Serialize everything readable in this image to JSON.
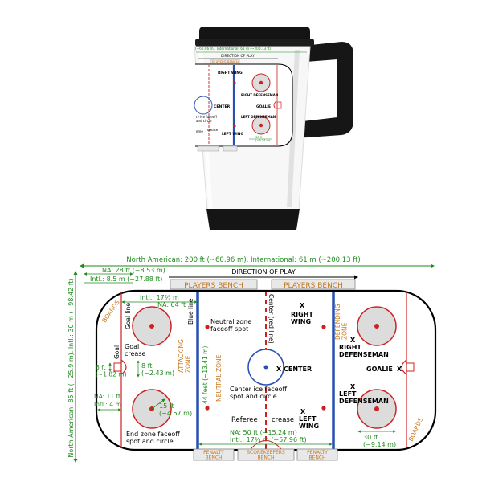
{
  "mug_preview": {
    "dims_fragment": "(~60.96 m). International: 61 m (~200.13 ft)",
    "direction": "DIRECTION OF PLAY",
    "bench": "PLAYERS BENCH",
    "right_wing": "RIGHT WING",
    "center": "CENTER",
    "goalie": "GOALIE",
    "right_def": "RIGHT DEFENSEMAN",
    "left_def": "LEFT DEFENSEMAN",
    "left_wing": "LEFT WING",
    "faceoff": "ry ice faceoff",
    "circle": "and circle",
    "crease": "crease",
    "referee": "eree",
    "bottom_dim": "30 ft\n(~9.14 m)"
  },
  "diagram": {
    "overall_length": "North American: 200 ft (~60.96 m). International: 61 m (~200.13 ft)",
    "overall_width": "North American: 85 ft (~25.9 m). Intl.: 30 m (~98.42 ft)",
    "corner_na": "NA: 28 ft (~8.53 m)",
    "corner_intl": "Intl.: 8.5 m (~27.88 ft)",
    "direction_of_play": "DIRECTION OF PLAY",
    "players_bench_left": "PLAYERS BENCH",
    "players_bench_right": "PLAYERS BENCH",
    "intl_17": "Intl.: 17⅔ m",
    "na_64": "NA: 64 ft",
    "boards_left": "BOARDS",
    "boards_right": "BOARDS",
    "goal_line": "Goal line",
    "blue_line": "Blue line",
    "center_red_line": "Center (red line)",
    "neutral_zone_faceoff": "Neutral zone\nfaceoff spot",
    "attacking_zone": "ATTACKING\nZONE",
    "neutral_zone": "NEUTRAL ZONE",
    "forty_four": "44 feet (~13.41 m)",
    "defending_zone": "DEFENDING\nZONE",
    "goal": "Goal",
    "goal_crease": "Goal\ncrease",
    "six_ft": "6 ft\n(~1.82 m)",
    "eight_ft": "8 ft\n(~2.43 m)",
    "fifteen_ft": "15 ft\n(~4.57 m)",
    "na_11": "NA: 11 ft",
    "intl_4": "Intl.: 4 m",
    "end_zone_faceoff": "End zone faceoff\nspot and circle",
    "right_wing": "RIGHT\nWING",
    "center": "CENTER",
    "center_ice_faceoff": "Center ice faceoff\nspot and circle",
    "referee": "Referee",
    "crease": "crease",
    "left_wing": "LEFT\nWING",
    "right_defenseman": "RIGHT\nDEFENSEMAN",
    "goalie": "GOALIE",
    "left_defenseman": "LEFT\nDEFENSEMAN",
    "thirty_ft": "30 ft\n(~9.14 m)",
    "na_50": "NA: 50 ft (~15.24 m)",
    "intl_1723": "Intl.: 17⅔ m (~57.96 ft)",
    "penalty_bench_left": "PENALTY\nBENCH",
    "scorekeepers_bench": "SCOREKEEPERS\nBENCH",
    "penalty_bench_right": "PENALTY\nBENCH"
  },
  "colors": {
    "dimension_green": "#1e8a1e",
    "zone_orange": "#c8781e",
    "blue_line": "#2850b4",
    "red_line": "#cc2222",
    "bench_fill": "#e8e8e8"
  }
}
